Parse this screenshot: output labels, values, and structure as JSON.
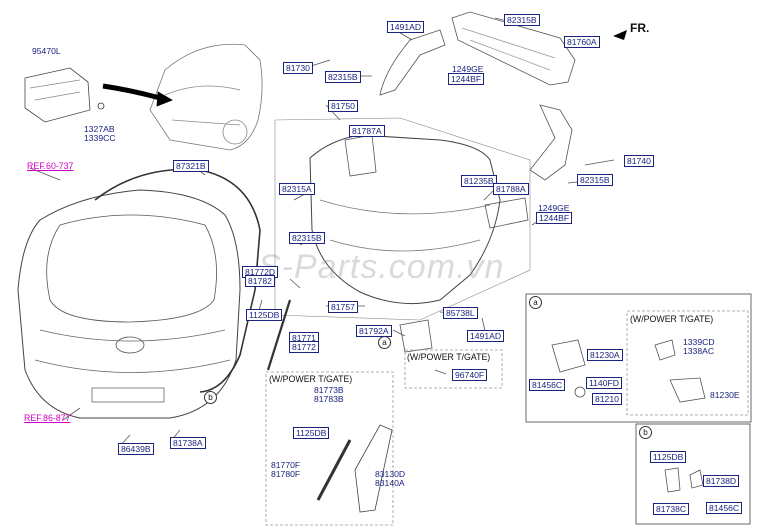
{
  "watermark": "S-Parts.com.vn",
  "direction_label": "FR.",
  "refs": {
    "ref1": "REF.60-737",
    "ref2": "REF.86-877"
  },
  "headers": {
    "power_tgate_1": "(W/POWER T/GATE)",
    "power_tgate_2": "(W/POWER T/GATE)",
    "power_tgate_3": "(W/POWER T/GATE)"
  },
  "callouts": {
    "a": "a",
    "b": "b",
    "a_ref": "a",
    "b_ref": "b"
  },
  "parts": {
    "p95470L": "95470L",
    "p1327AB": "1327AB",
    "p1339CC": "1339CC",
    "p87321B": "87321B",
    "p1491AD_top": "1491AD",
    "p82315B_top": "82315B",
    "p81760A": "81760A",
    "p81730": "81730",
    "p82315B_left": "82315B",
    "p1249GE_top": "1249GE",
    "p1244BF_top": "1244BF",
    "p81750": "81750",
    "p81787A": "81787A",
    "p81740": "81740",
    "p82315B_right": "82315B",
    "p82315A": "82315A",
    "p81235B": "81235B",
    "p81788A": "81788A",
    "p1249GE_mid": "1249GE",
    "p1244BF_mid": "1244BF",
    "p82315B_mid": "82315B",
    "p81772D": "81772D",
    "p81782": "81782",
    "p1125DB_left": "1125DB",
    "p81757": "81757",
    "p85738L": "85738L",
    "p81792A": "81792A",
    "p1491AD_bot": "1491AD",
    "p81771": "81771",
    "p81772": "81772",
    "p96740F": "96740F",
    "p86439B": "86439B",
    "p81738A": "81738A",
    "p81773B": "81773B",
    "p81783B": "81783B",
    "p1125DB_pg": "1125DB",
    "p81770F": "81770F",
    "p81780F": "81780F",
    "p83130D": "83130D",
    "p83140A": "83140A",
    "p81230A": "81230A",
    "p1339CD": "1339CD",
    "p1338AC": "1338AC",
    "p81456C_a": "81456C",
    "p1140FD": "1140FD",
    "p81210": "81210",
    "p81230E": "81230E",
    "p1125DB_b": "1125DB",
    "p81738D": "81738D",
    "p81738C": "81738C",
    "p81456C_b": "81456C"
  }
}
